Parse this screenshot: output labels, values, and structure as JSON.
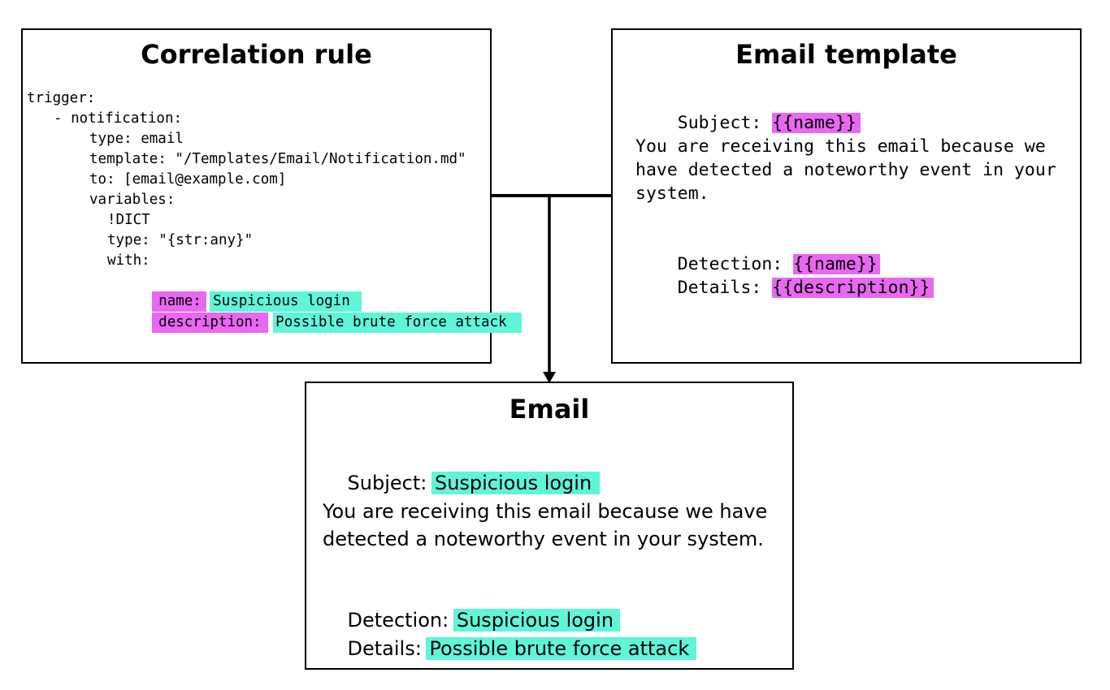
{
  "correlation_rule": {
    "title": "Correlation rule",
    "lines": [
      "trigger:",
      "- notification:",
      "type: email",
      "template: \"/Templates/Email/Notification.md\"",
      "to: [email@example.com]",
      "variables:",
      "!DICT",
      "type: \"{str:any}\"",
      "with:"
    ],
    "name_key": "name:",
    "name_value": "Suspicious login",
    "description_key": "description:",
    "description_value": "Possible brute force attack"
  },
  "email_template": {
    "title": "Email template",
    "subject_label": "Subject: ",
    "subject_var": "{{name}}",
    "body_line1": "You are receiving this email because we",
    "body_line2": "have detected a noteworthy event in your",
    "body_line3": "system.",
    "detection_label": "Detection: ",
    "detection_var": "{{name}}",
    "details_label": "Details: ",
    "details_var": "{{description}}"
  },
  "email": {
    "title": "Email",
    "subject_label": "Subject: ",
    "subject_value": "Suspicious login",
    "body_line1": "You are receiving this email because we have",
    "body_line2": "detected a noteworthy event in your system.",
    "detection_label": "Detection: ",
    "detection_value": "Suspicious login",
    "details_label": "Details: ",
    "details_value": "Possible brute force attack"
  },
  "colors": {
    "variable_highlight": "#e967f2",
    "value_highlight": "#5ff5d9",
    "border": "#000000"
  }
}
